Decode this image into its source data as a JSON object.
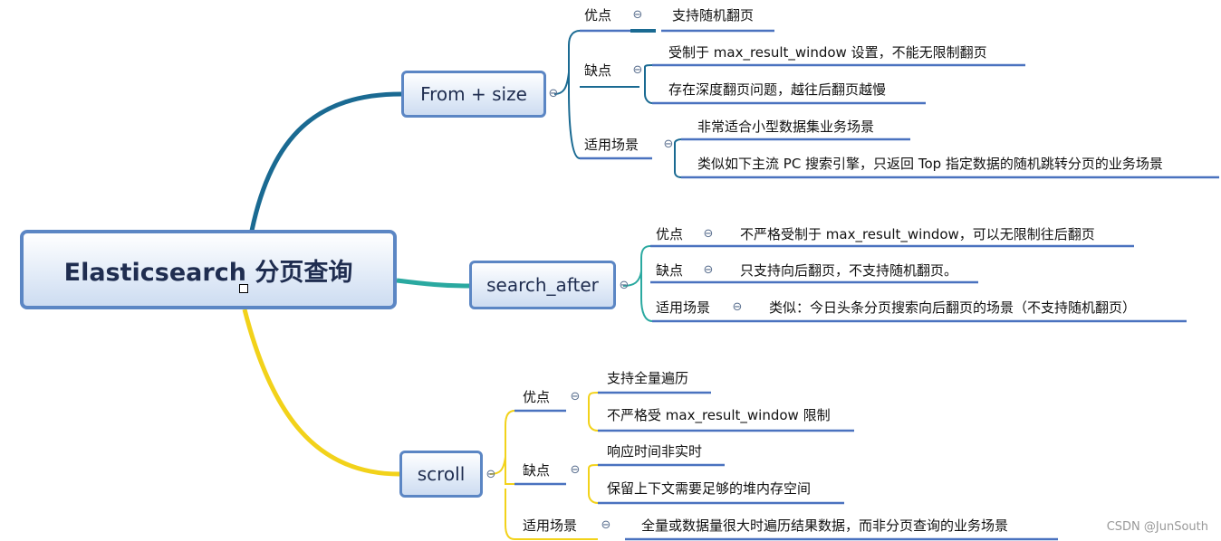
{
  "root": {
    "label": "Elasticsearch 分页查询"
  },
  "branches": {
    "from_size": {
      "label": "From + size",
      "pros": {
        "label": "优点",
        "items": [
          "支持随机翻页"
        ]
      },
      "cons": {
        "label": "缺点",
        "items": [
          "受制于 max_result_window 设置，不能无限制翻页",
          "存在深度翻页问题，越往后翻页越慢"
        ]
      },
      "scenes": {
        "label": "适用场景",
        "items": [
          "非常适合小型数据集业务场景",
          "类似如下主流 PC 搜索引擎，只返回 Top 指定数据的随机跳转分页的业务场景"
        ]
      }
    },
    "search_after": {
      "label": "search_after",
      "pros": {
        "label": "优点",
        "items": [
          "不严格受制于 max_result_window，可以无限制往后翻页"
        ]
      },
      "cons": {
        "label": "缺点",
        "items": [
          "只支持向后翻页，不支持随机翻页。"
        ]
      },
      "scenes": {
        "label": "适用场景",
        "items": [
          "类似：今日头条分页搜索向后翻页的场景（不支持随机翻页）"
        ]
      }
    },
    "scroll": {
      "label": "scroll",
      "pros": {
        "label": "优点",
        "items": [
          "支持全量遍历",
          "不严格受 max_result_window 限制"
        ]
      },
      "cons": {
        "label": "缺点",
        "items": [
          "响应时间非实时",
          "保留上下文需要足够的堆内存空间"
        ]
      },
      "scenes": {
        "label": "适用场景",
        "items": [
          "全量或数据量很大时遍历结果数据，而非分页查询的业务场景"
        ]
      }
    }
  },
  "collapse_symbol": "⊖",
  "watermark": "CSDN @JunSouth",
  "colors": {
    "branch1": "#1a6a92",
    "branch2": "#2aa9a0",
    "branch3": "#f2d21a",
    "underline": "#4a72bf",
    "node_border": "#5b86c4"
  }
}
